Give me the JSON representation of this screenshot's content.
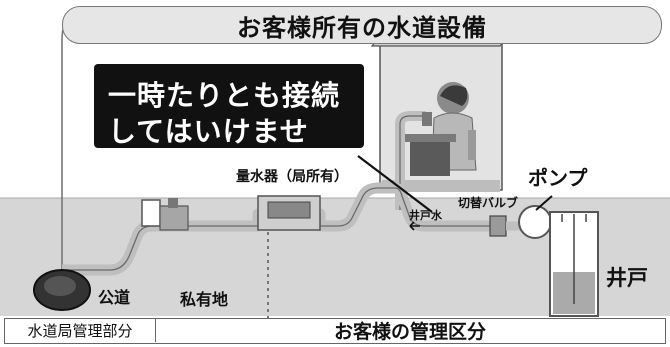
{
  "header": {
    "title": "お客様所有の水道設備"
  },
  "callout": {
    "line1": "一時たりとも接続",
    "line2": "してはいけません。"
  },
  "labels": {
    "meter": "量水器（局所有）",
    "pump": "ポンプ",
    "switch_valve": "切替バルブ",
    "well_water": "井戸水",
    "well": "井戸",
    "public_road": "公道",
    "private_land": "私有地"
  },
  "bottom": {
    "left": "水道局管理部分",
    "right": "お客様の管理区分"
  },
  "icons": [
    "main-pipe",
    "water-meter",
    "faucet",
    "pump",
    "well",
    "house",
    "person-figure"
  ],
  "colors": {
    "ground": "#d6d6d6",
    "pipe": "#bfbfbf",
    "dark": "#111111",
    "banner": "#e6e6e6"
  }
}
